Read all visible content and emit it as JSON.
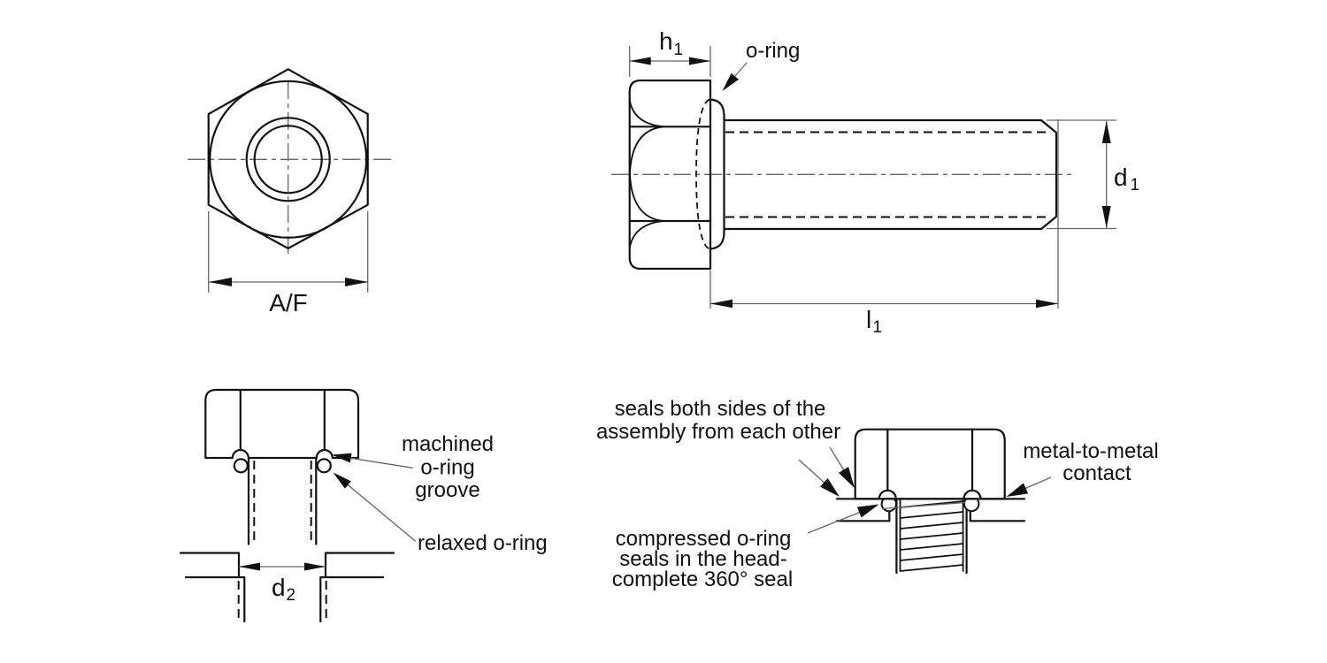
{
  "title": "Self-sealing hex head screw with captive o-ring — technical drawing (4 views)",
  "colors": {
    "background": "#ffffff",
    "outline": "#111111",
    "thin_line": "#666666",
    "arrowhead": "#111111"
  },
  "views": {
    "front": {
      "name": "hex head front view",
      "dimension_af": {
        "base": "A/F",
        "sub": ""
      }
    },
    "side": {
      "name": "bolt side view",
      "dim_h1": {
        "base": "h",
        "sub": "1"
      },
      "dim_d1": {
        "base": "d",
        "sub": "1"
      },
      "dim_l1": {
        "base": "l",
        "sub": "1"
      },
      "callout_oring": "o-ring"
    },
    "groove_detail": {
      "name": "o-ring groove detail view",
      "dim_d2": {
        "base": "d",
        "sub": "2"
      },
      "callout_machined_groove": [
        "machined",
        "o-ring",
        "groove"
      ],
      "callout_relaxed_oring": "relaxed o-ring"
    },
    "assembly": {
      "name": "installed assembly view",
      "callout_seals_note": [
        "seals both sides of the",
        "assembly from each other"
      ],
      "callout_compressed_note": [
        "compressed o-ring",
        "seals in the head-",
        "complete 360° seal"
      ],
      "callout_metal_contact": [
        "metal-to-metal",
        "contact"
      ]
    }
  }
}
